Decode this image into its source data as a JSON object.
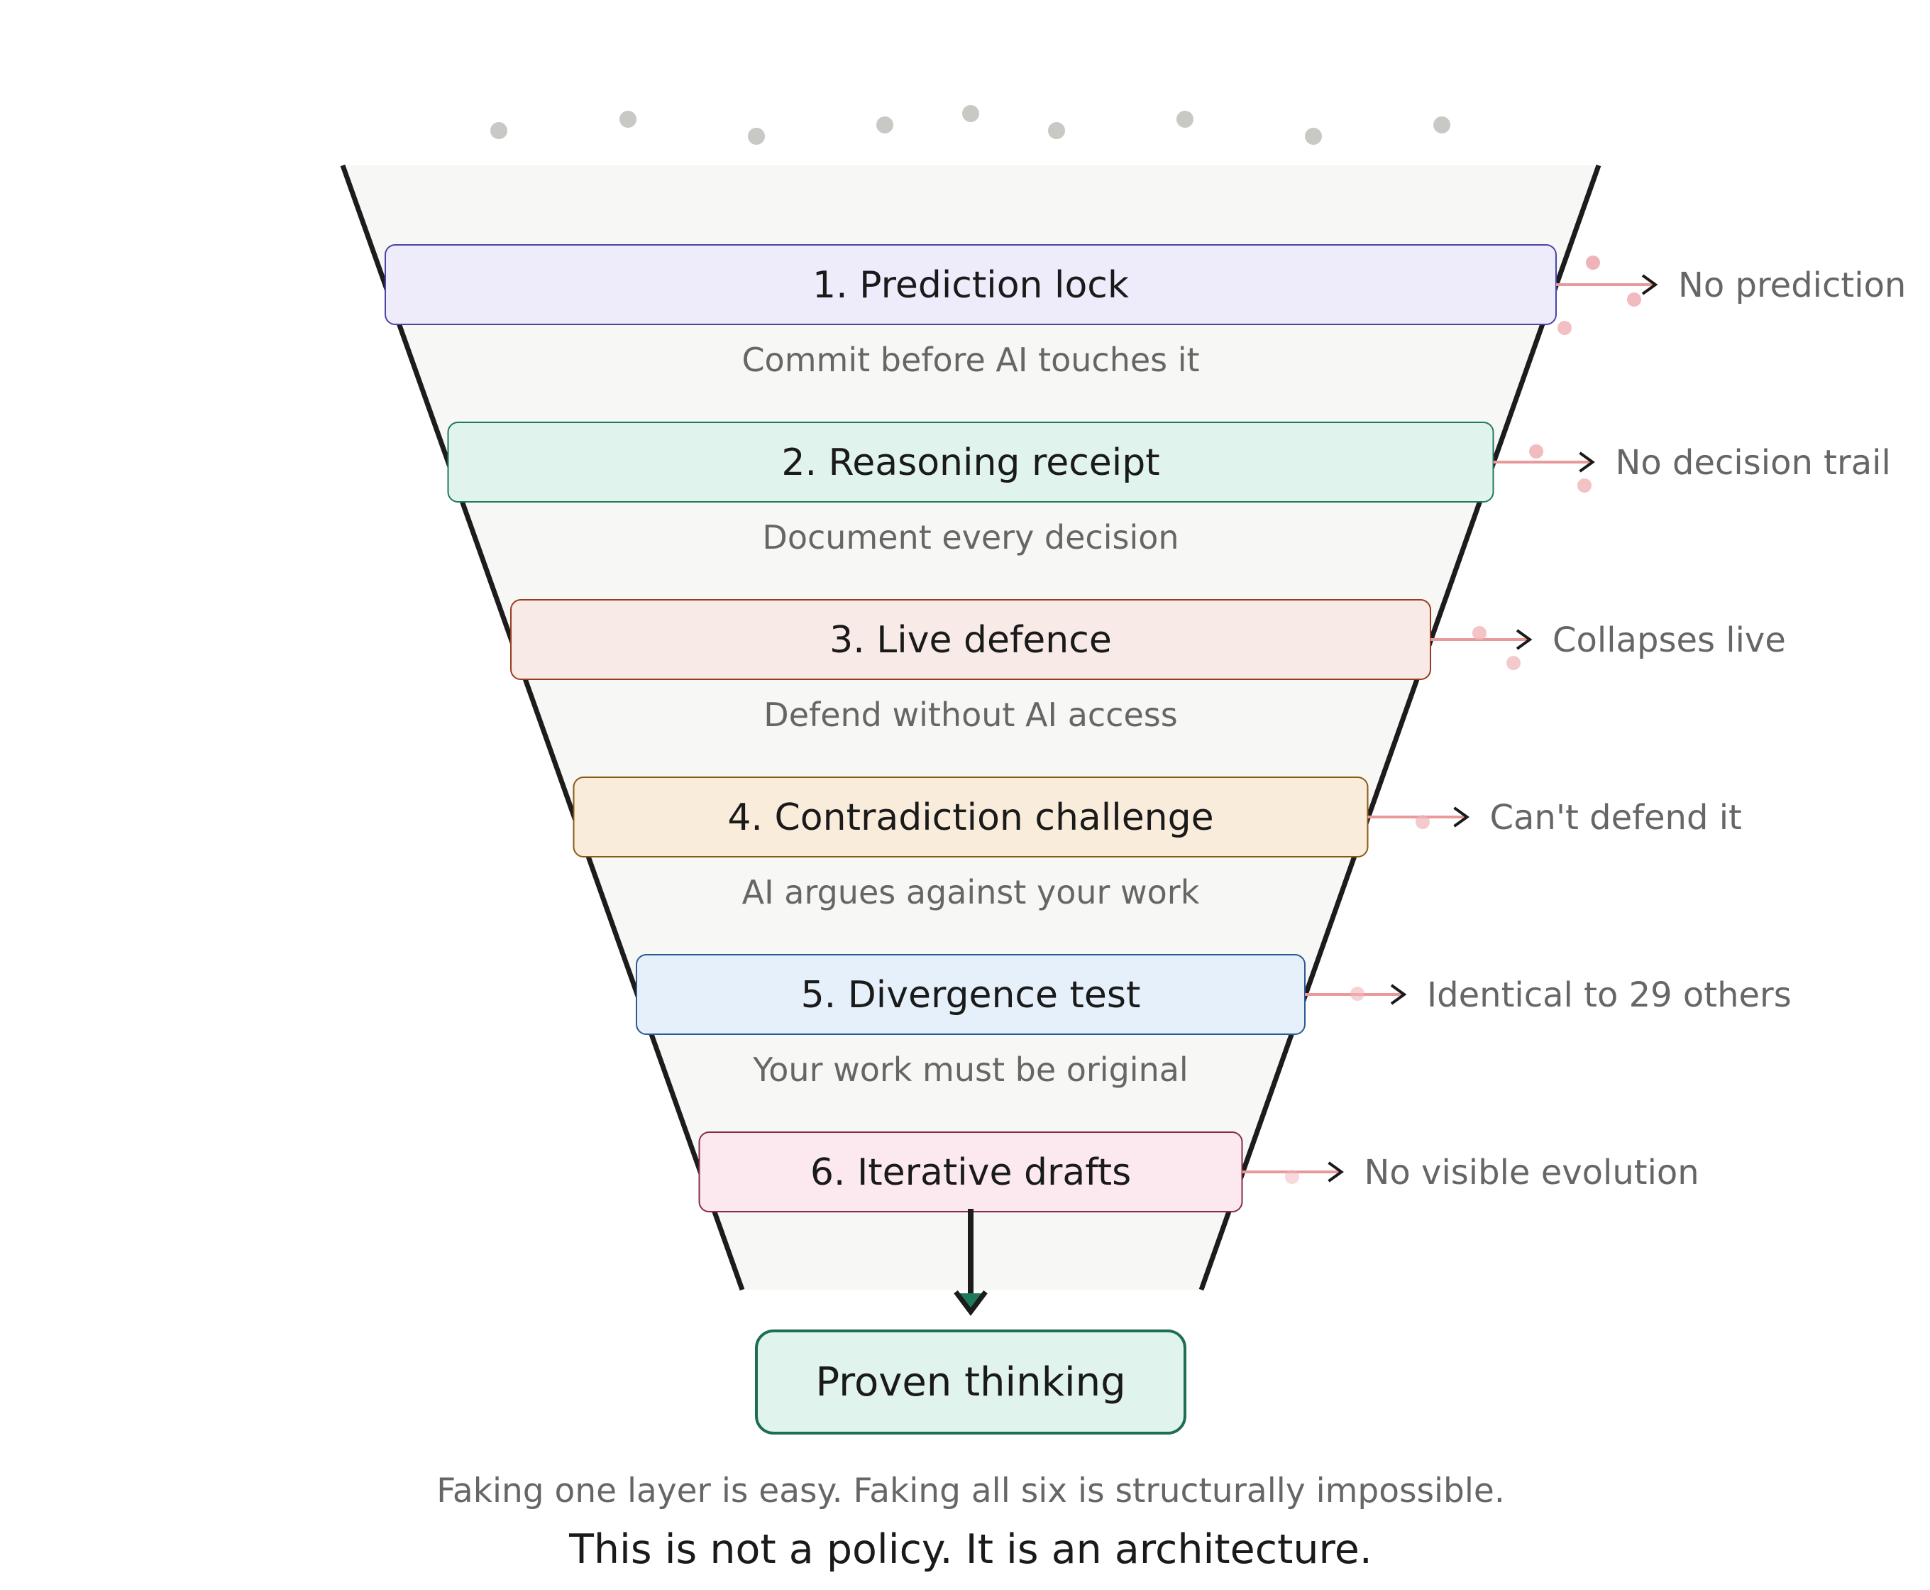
{
  "layers": [
    {
      "label": "1. Prediction lock",
      "subtitle": "Commit before AI touches it",
      "rejection": "No prediction",
      "fill": "#eeecfb",
      "stroke": "#4a44a8"
    },
    {
      "label": "2. Reasoning receipt",
      "subtitle": "Document every decision",
      "rejection": "No decision trail",
      "fill": "#e0f3ec",
      "stroke": "#1f7a5c"
    },
    {
      "label": "3. Live defence",
      "subtitle": "Defend without AI access",
      "rejection": "Collapses live",
      "fill": "#f8ebe7",
      "stroke": "#9a3b1f"
    },
    {
      "label": "4. Contradiction challenge",
      "subtitle": "AI argues against your work",
      "rejection": "Can't defend it",
      "fill": "#faecdb",
      "stroke": "#8a5a14"
    },
    {
      "label": "5. Divergence test",
      "subtitle": "Your work must be original",
      "rejection": "Identical to 29 others",
      "fill": "#e5f0fa",
      "stroke": "#2a5a94"
    },
    {
      "label": "6. Iterative drafts",
      "subtitle": "",
      "rejection": "No visible evolution",
      "fill": "#fbe9ef",
      "stroke": "#8a2a4a"
    }
  ],
  "result": {
    "label": "Proven thinking",
    "fill": "#e0f3ec",
    "stroke": "#1f6e50"
  },
  "footer": {
    "line1": "Faking one layer is easy. Faking all six is structurally impossible.",
    "line2": "This is not a policy. It is an architecture."
  },
  "colors": {
    "funnel_fill": "#f7f7f5",
    "funnel_stroke": "#1c1c1c",
    "input_dot": "#c8c8c4",
    "reject_arrow": "#e89a9a",
    "reject_dot": "#f0b4b8",
    "output_arrowhead": "#1f7a5c"
  },
  "icons": {
    "input_dots": "input-dot-icon",
    "rejection_arrow": "arrow-right-icon",
    "output_arrow": "arrow-down-icon"
  }
}
